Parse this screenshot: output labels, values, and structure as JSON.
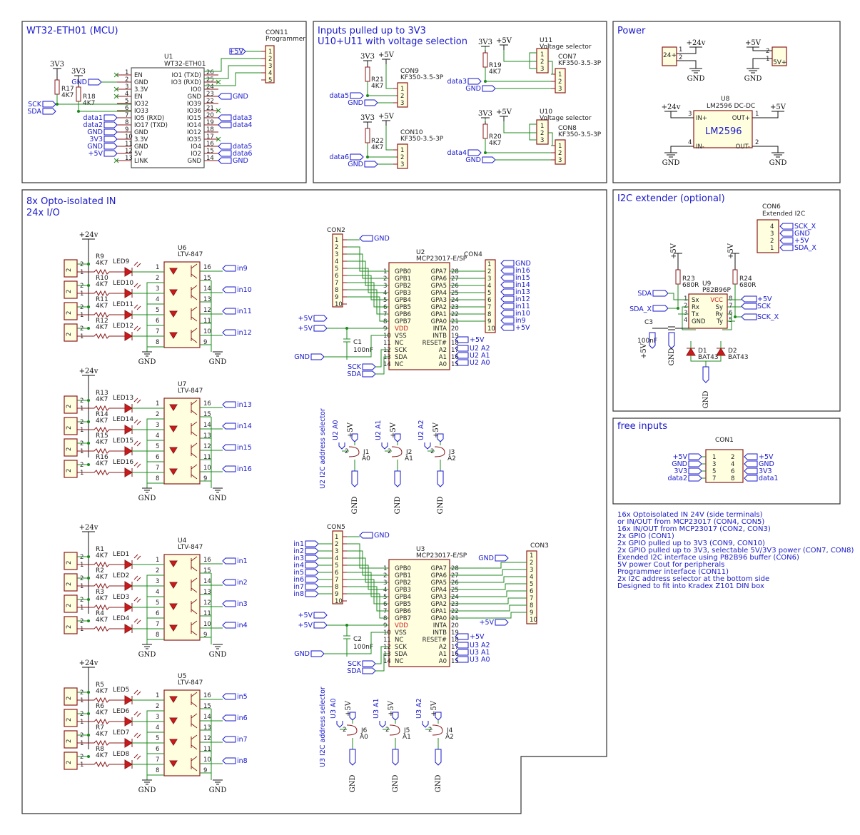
{
  "sections": {
    "mcu": "WT32-ETH01 (MCU)",
    "inputs": "Inputs pulled up to 3V3",
    "inputs2": "U10+U11 with voltage selection",
    "power": "Power",
    "opto": "8x Opto-isolated IN",
    "opto2": "24x I/O",
    "i2c": "I2C extender (optional)",
    "free": "free inputs"
  },
  "notes": [
    "16x Optoisolated IN 24V (side terminals)",
    " or IN/OUT from MCP23017 (CON4, CON5)",
    "16x IN/OUT from MCP23017 (CON2, CON3)",
    "2x GPIO (CON1)",
    "2x GPIO pulled up to 3V3 (CON9, CON10)",
    "2x GPIO pulled up to 3V3, selectable 5V/3V3 power (CON7, CON8)",
    "Exended I2C interface using P82B96 buffer (CON6)",
    "5V power Cout for peripherals",
    "Programmer interface (CON11)",
    "2x I2C address selector at the bottom side",
    "Designed to fit into Kradex Z101 DIN box"
  ],
  "power_labels": {
    "v33": "3V3",
    "v5": "+5V",
    "v24": "+24v",
    "gnd": "GND"
  },
  "mcu": {
    "ref": "U1",
    "value": "WT32-ETH01",
    "left_pins": [
      "EN",
      "GND",
      "3.3V",
      "EN",
      "IO32",
      "IO33",
      "IO5 (RXD)",
      "IO17 (TXD)",
      "GND",
      "3.3V",
      "GND",
      "5V",
      "LINK"
    ],
    "left_nums": [
      "1",
      "2",
      "3",
      "4",
      "5",
      "6",
      "7",
      "8",
      "9",
      "10",
      "11",
      "12",
      "13"
    ],
    "right_pins": [
      "IO1 (TXD)",
      "IO3 (RXD)",
      "IO0",
      "GND",
      "IO39",
      "IO36",
      "IO15",
      "IO14",
      "IO12",
      "IO35",
      "IO4",
      "IO2",
      "GND"
    ],
    "right_nums": [
      "26",
      "25",
      "24",
      "23",
      "22",
      "21",
      "20",
      "19",
      "18",
      "17",
      "16",
      "15",
      "14"
    ],
    "left_nets": [
      "data1",
      "data2",
      "GND",
      "3V3",
      "GND",
      "+5V"
    ],
    "right_nets": [
      "data3",
      "data4",
      "data5",
      "data6",
      "GND"
    ],
    "r17": "R17",
    "r17v": "4K7",
    "r18": "R18",
    "r18v": "4K7",
    "sck": "SCK",
    "sda": "SDA",
    "con11": "CON11",
    "con11v": "Programmer",
    "con11_pins": [
      "1",
      "2",
      "3",
      "4",
      "5"
    ]
  },
  "pullups": [
    {
      "r": "R21",
      "rv": "4K7",
      "con": "CON9",
      "conv": "KF350-3.5-3P",
      "net": "data5"
    },
    {
      "r": "R22",
      "rv": "4K7",
      "con": "CON10",
      "conv": "KF350-3.5-3P",
      "net": "data6"
    },
    {
      "r": "R19",
      "rv": "4K7",
      "con": "CON7",
      "conv": "KF350-3.5-3P",
      "net": "data3",
      "sel": "U11",
      "selv": "Voltage selector"
    },
    {
      "r": "R20",
      "rv": "4K7",
      "con": "CON8",
      "conv": "KF350-3.5-3P",
      "net": "data4",
      "sel": "U10",
      "selv": "Voltage selector"
    }
  ],
  "power": {
    "j24": "24+",
    "j5": "5V+",
    "reg_ref": "U8",
    "reg_val": "LM2596 DC-DC",
    "reg_name": "LM2596",
    "in_p": "IN+",
    "in_m": "IN-",
    "out_p": "OUT+",
    "out_m": "OUT-"
  },
  "opto_groups": [
    {
      "u": "U6",
      "uv": "LTV-847",
      "r": [
        "R9",
        "R10",
        "R11",
        "R12"
      ],
      "led": [
        "LED9",
        "LED10",
        "LED11",
        "LED12"
      ],
      "out": [
        "in9",
        "in10",
        "in11",
        "in12"
      ]
    },
    {
      "u": "U7",
      "uv": "LTV-847",
      "r": [
        "R13",
        "R14",
        "R15",
        "R16"
      ],
      "led": [
        "LED13",
        "LED14",
        "LED15",
        "LED16"
      ],
      "out": [
        "in13",
        "in14",
        "in15",
        "in16"
      ]
    },
    {
      "u": "U4",
      "uv": "LTV-847",
      "r": [
        "R1",
        "R2",
        "R3",
        "R4"
      ],
      "led": [
        "LED1",
        "LED2",
        "LED3",
        "LED4"
      ],
      "out": [
        "in1",
        "in2",
        "in3",
        "in4"
      ]
    },
    {
      "u": "U5",
      "uv": "LTV-847",
      "r": [
        "R5",
        "R6",
        "R7",
        "R8"
      ],
      "led": [
        "LED5",
        "LED6",
        "LED7",
        "LED8"
      ],
      "out": [
        "in5",
        "in6",
        "in7",
        "in8"
      ]
    }
  ],
  "opto_rval": "4K7",
  "mcp": [
    {
      "ref": "U2",
      "val": "MCP23017-E/SP",
      "conl": "CON2",
      "conr": "CON4",
      "cap": "C1",
      "capv": "100nF",
      "gpb": [
        "GPB0",
        "GPB1",
        "GPB2",
        "GPB3",
        "GPB4",
        "GPB5",
        "GPB6",
        "GPB7"
      ],
      "gpa": [
        "GPA7",
        "GPA6",
        "GPA5",
        "GPA4",
        "GPA3",
        "GPA2",
        "GPA1",
        "GPA0"
      ],
      "lnums": [
        "1",
        "2",
        "3",
        "4",
        "5",
        "6",
        "7",
        "8",
        "9",
        "10",
        "11",
        "12",
        "13",
        "14"
      ],
      "rnums": [
        "28",
        "27",
        "26",
        "25",
        "24",
        "23",
        "22",
        "21",
        "20",
        "19",
        "18",
        "17",
        "16",
        "15"
      ],
      "misc_l": [
        "VDD",
        "VSS",
        "NC",
        "SCK",
        "SDA",
        "NC"
      ],
      "misc_r": [
        "INTA",
        "INTB",
        "RESET#",
        "A2",
        "A1",
        "A0"
      ],
      "conr_nets": [
        "GND",
        "in16",
        "in15",
        "in14",
        "in13",
        "in12",
        "in11",
        "in10",
        "in9",
        "+5V"
      ],
      "addr": [
        "U2 A2",
        "U2 A1",
        "U2 A0"
      ],
      "sel_title": "U2 I2C address selector",
      "jumpers": [
        {
          "ref": "J1",
          "val": "A0",
          "net": "U2 A0"
        },
        {
          "ref": "J2",
          "val": "A1",
          "net": "U2 A1"
        },
        {
          "ref": "J3",
          "val": "A2",
          "net": "U2 A2"
        }
      ]
    },
    {
      "ref": "U3",
      "val": "MCP23017-E/SP",
      "conl": "CON5",
      "conr": "CON3",
      "cap": "C2",
      "capv": "100nF",
      "gpb": [
        "GPB0",
        "GPB1",
        "GPB2",
        "GPB3",
        "GPB4",
        "GPB5",
        "GPB6",
        "GPB7"
      ],
      "gpa": [
        "GPA7",
        "GPA6",
        "GPA5",
        "GPA4",
        "GPA3",
        "GPA2",
        "GPA1",
        "GPA0"
      ],
      "lnums": [
        "1",
        "2",
        "3",
        "4",
        "5",
        "6",
        "7",
        "8",
        "9",
        "10",
        "11",
        "12",
        "13",
        "14"
      ],
      "rnums": [
        "28",
        "27",
        "26",
        "25",
        "24",
        "23",
        "22",
        "21",
        "20",
        "19",
        "18",
        "17",
        "16",
        "15"
      ],
      "misc_l": [
        "VDD",
        "VSS",
        "NC",
        "SCK",
        "SDA",
        "NC"
      ],
      "misc_r": [
        "INTA",
        "INTB",
        "RESET#",
        "A2",
        "A1",
        "A0"
      ],
      "conl_nets": [
        "in1",
        "in2",
        "in3",
        "in4",
        "in5",
        "in6",
        "in7",
        "in8"
      ],
      "addr": [
        "U3 A2",
        "U3 A1",
        "U3 A0"
      ],
      "sel_title": "U3 I2C address selector",
      "jumpers": [
        {
          "ref": "J6",
          "val": "A0",
          "net": "U3 A0"
        },
        {
          "ref": "J5",
          "val": "A1",
          "net": "U3 A1"
        },
        {
          "ref": "J4",
          "val": "A2",
          "net": "U3 A2"
        }
      ]
    }
  ],
  "i2c": {
    "con": "CON6",
    "conv": "Extended I2C",
    "con_nets": [
      "SCK_X",
      "GND",
      "+5V",
      "SDA_X"
    ],
    "con_pins": [
      "4",
      "3",
      "2",
      "1"
    ],
    "u": "U9",
    "uv": "P82B96P",
    "lpins": [
      "Sx",
      "Rx",
      "Tx",
      "GND"
    ],
    "lnums": [
      "1",
      "2",
      "3",
      "4"
    ],
    "rpins": [
      "VCC",
      "Sy",
      "Ry",
      "Ty"
    ],
    "rnums": [
      "8",
      "7",
      "6",
      "5"
    ],
    "r23": "R23",
    "r23v": "680R",
    "r24": "R24",
    "r24v": "680R",
    "c3": "C3",
    "c3v": "100nF",
    "d1": "D1",
    "d1v": "BAT43",
    "d2": "D2",
    "d2v": "BAT43",
    "nets_l": [
      "SDA",
      "SDA_X"
    ],
    "nets_r": [
      "+5V",
      "SCK",
      "SCK_X"
    ]
  },
  "free": {
    "con": "CON1",
    "lnets": [
      "+5V",
      "GND",
      "3V3",
      "data2"
    ],
    "rnets": [
      "+5V",
      "GND",
      "3V3",
      "data1"
    ],
    "lpins": [
      "1",
      "3",
      "5",
      "7"
    ],
    "rpins": [
      "2",
      "4",
      "6",
      "8"
    ]
  }
}
